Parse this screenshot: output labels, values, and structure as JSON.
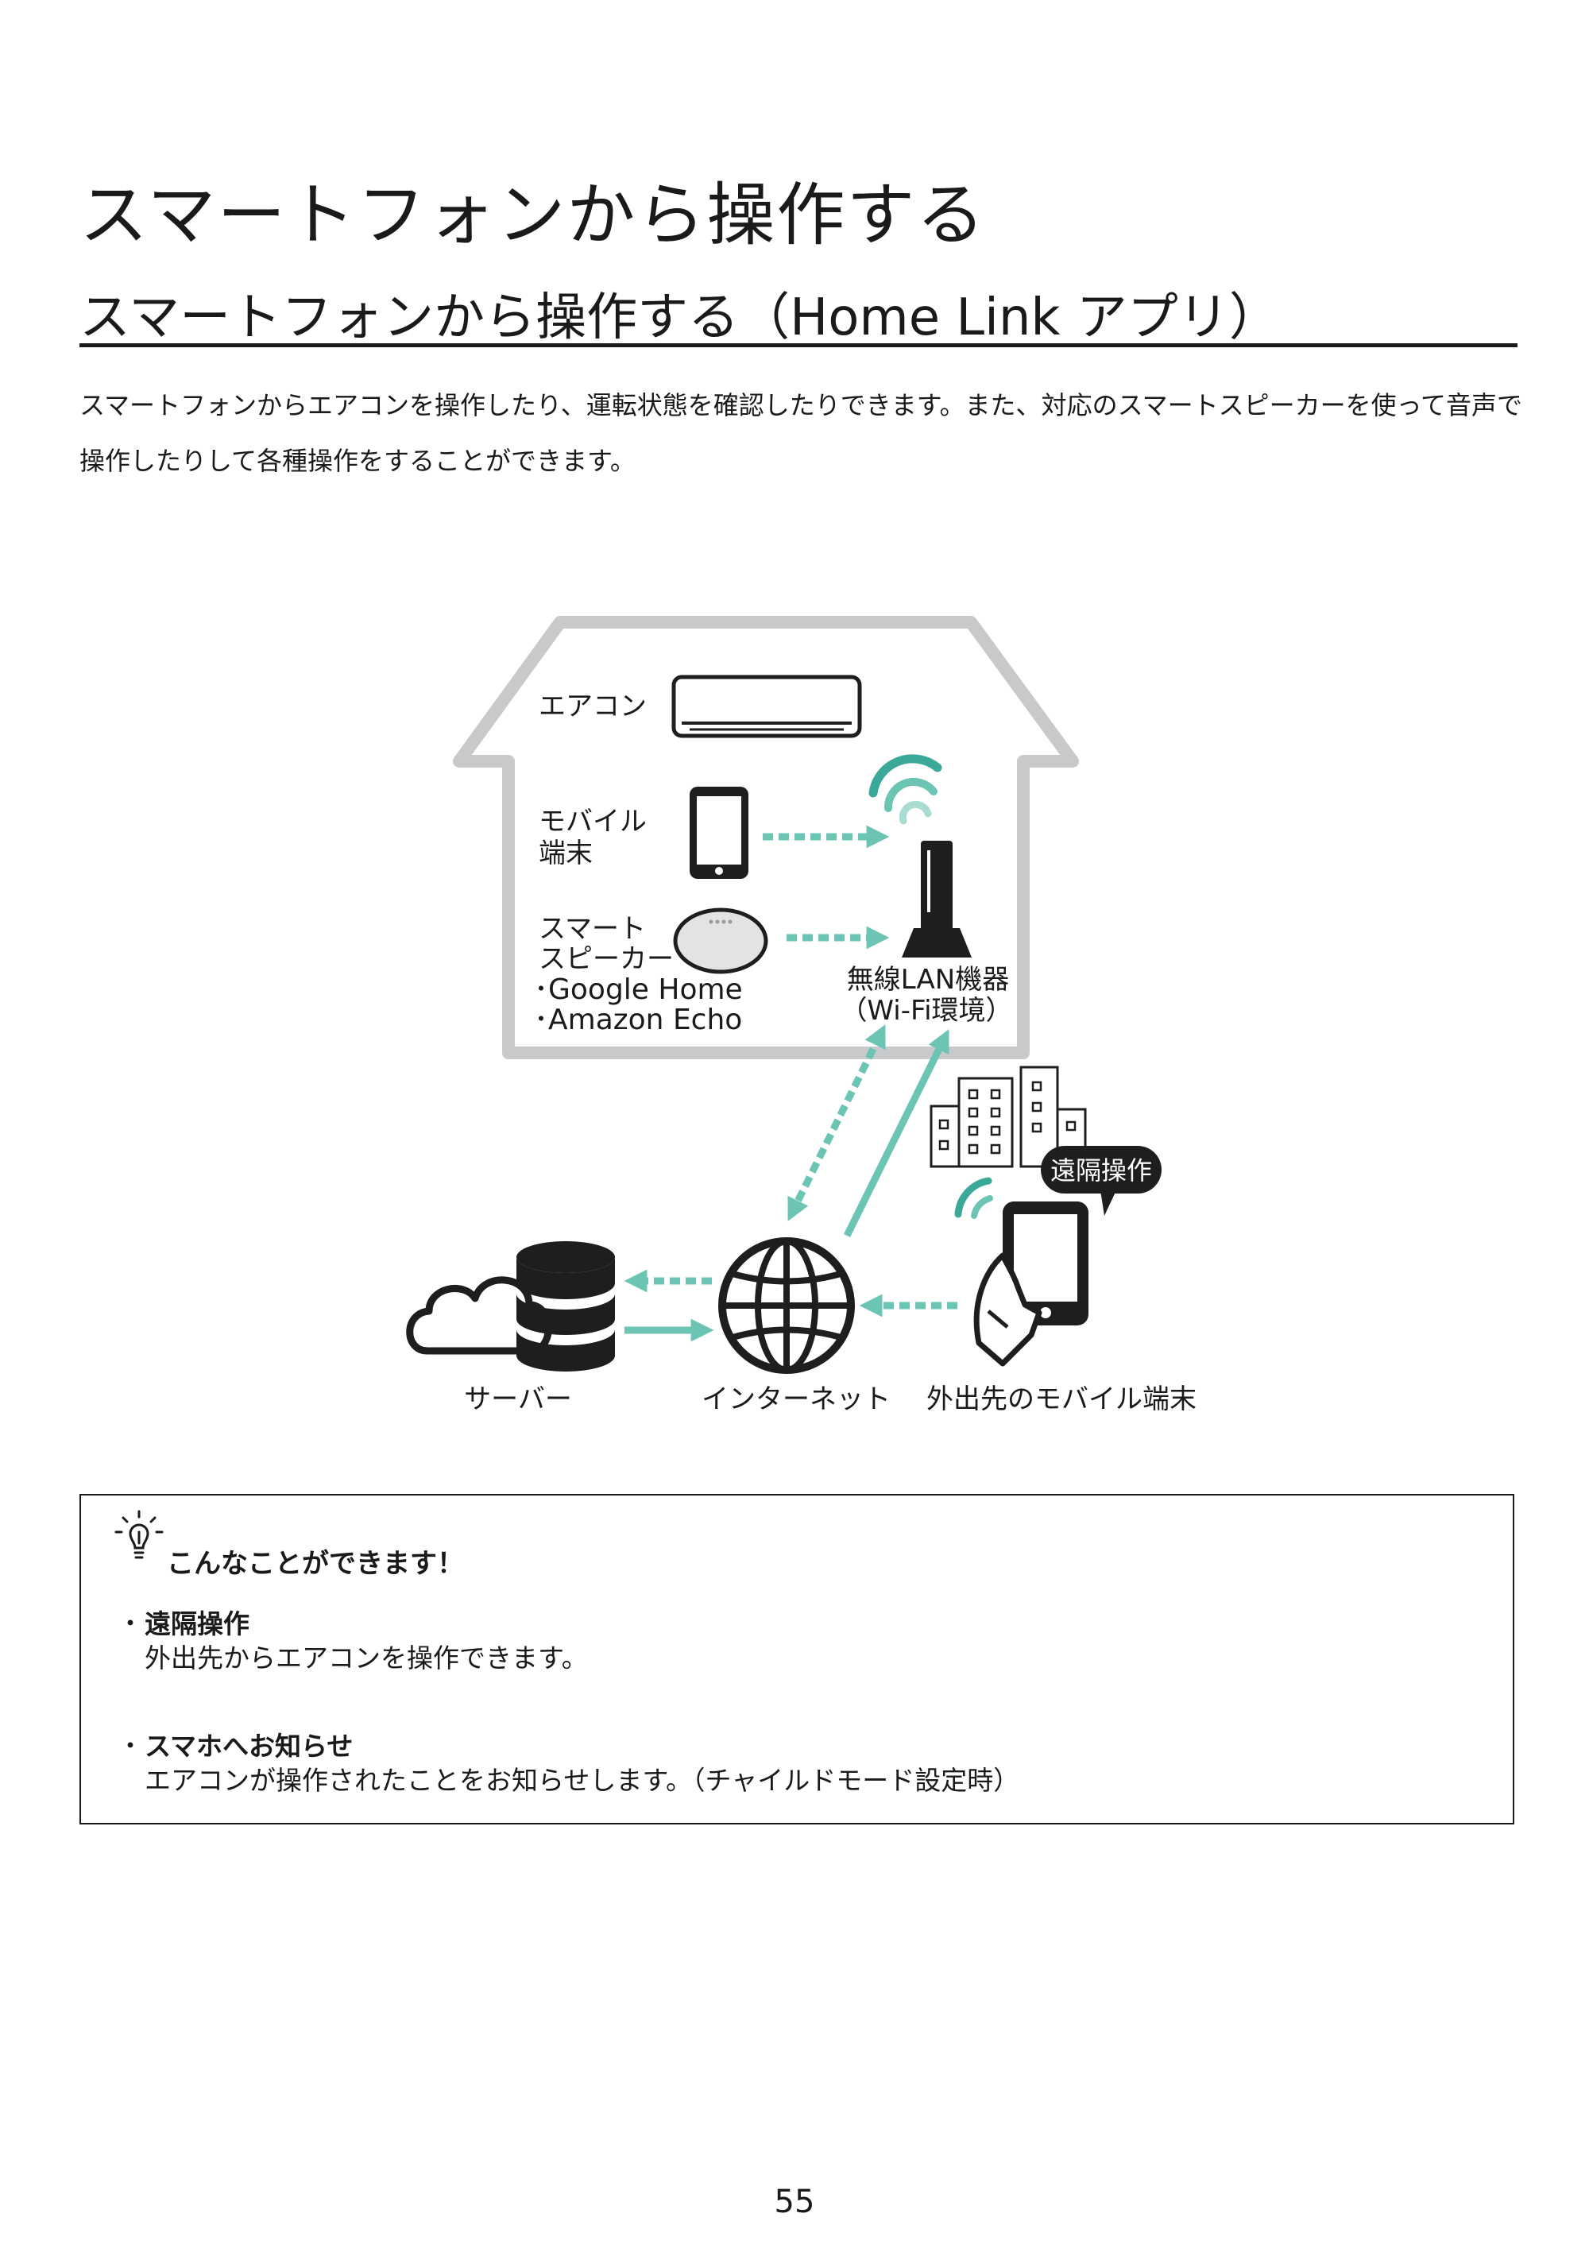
{
  "title": "スマートフォンから操作する",
  "subtitle": "スマートフォンから操作する（Home Link アプリ）",
  "intro": {
    "line1": "スマートフォンからエアコンを操作したり、運転状態を確認したりできます。また、対応のスマートスピーカーを使って音声で",
    "line2": "操作したりして各種操作をすることができます。"
  },
  "diagram": {
    "aircon_label": "エアコン",
    "mobile_label_1": "モバイル",
    "mobile_label_2": "端末",
    "speaker_label_1": "スマート",
    "speaker_label_2": "スピーカー",
    "speaker_item_1": "･Google Home",
    "speaker_item_2": "･Amazon Echo",
    "router_label_1": "無線LAN機器",
    "router_label_2": "（Wi-Fi環境）",
    "remote_bubble": "遠隔操作",
    "server_label": "サーバー",
    "internet_label": "インターネット",
    "outside_label": "外出先のモバイル端末",
    "colors": {
      "house": "#c8c9ca",
      "arrow": "#6cc4b4",
      "wifi_dark": "#3aa99a",
      "icon": "#1e1e1e"
    }
  },
  "tip": {
    "icon": "lightbulb-icon",
    "title": "こんなことができます！",
    "items": [
      {
        "bullet": "・",
        "title": "遠隔操作",
        "desc": "外出先からエアコンを操作できます。"
      },
      {
        "bullet": "・",
        "title": "スマホへお知らせ",
        "desc": "エアコンが操作されたことをお知らせします。（チャイルドモード設定時）"
      }
    ]
  },
  "page_number": "55"
}
